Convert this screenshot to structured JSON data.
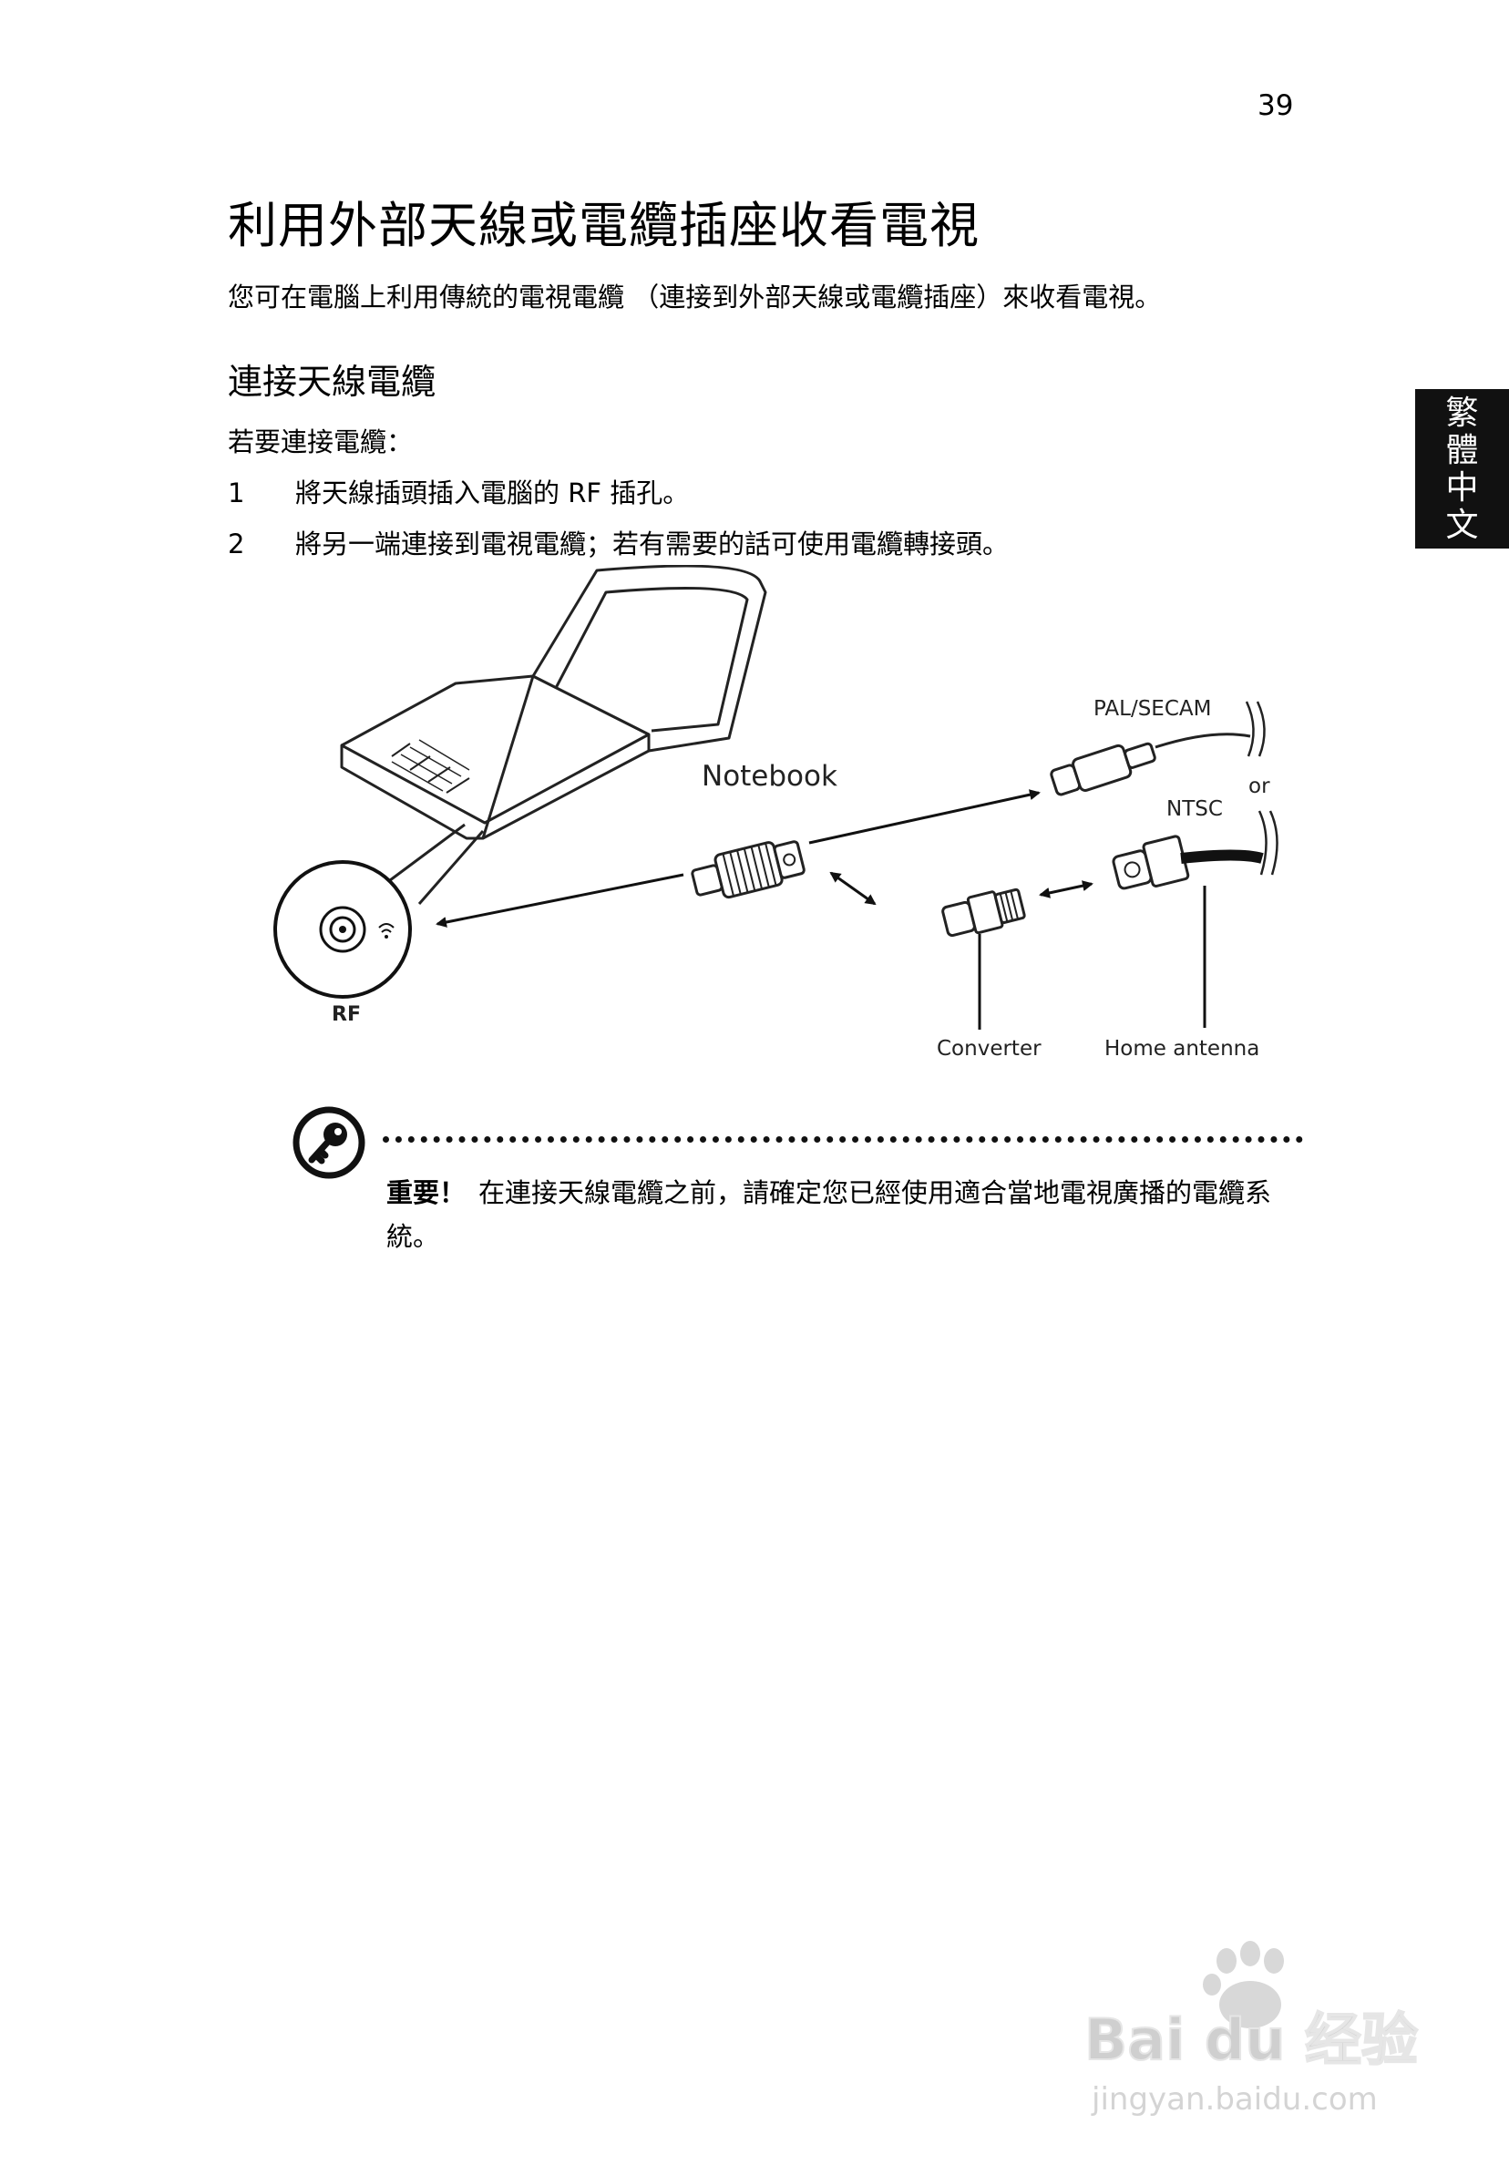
{
  "page_number": "39",
  "title": "利用外部天線或電纜插座收看電視",
  "intro": "您可在電腦上利用傳統的電視電纜 （連接到外部天線或電纜插座）來收看電視。",
  "section_heading": "連接天線電纜",
  "lead": "若要連接電纜：",
  "steps": [
    {
      "number": "1",
      "text": "將天線插頭插入電腦的 RF 插孔。"
    },
    {
      "number": "2",
      "text": "將另一端連接到電視電纜；若有需要的話可使用電纜轉接頭。"
    }
  ],
  "language_tab": [
    "繁",
    "體",
    "中",
    "文"
  ],
  "diagram": {
    "labels": {
      "notebook": "Notebook",
      "pal_secam": "PAL/SECAM",
      "or": "or",
      "ntsc": "NTSC",
      "rf": "RF",
      "converter": "Converter",
      "home_antenna": "Home antenna"
    },
    "icons": [
      "notebook-illustration",
      "rf-jack-icon",
      "plug-icon",
      "converter-icon",
      "cable-icon"
    ]
  },
  "note": {
    "icon": "key-icon",
    "label": "重要！",
    "text": "在連接天線電纜之前，請確定您已經使用適合當地電視廣播的電纜系統。"
  },
  "watermark": {
    "brand": "Bai du 经验",
    "url": "jingyan.baidu.com"
  }
}
